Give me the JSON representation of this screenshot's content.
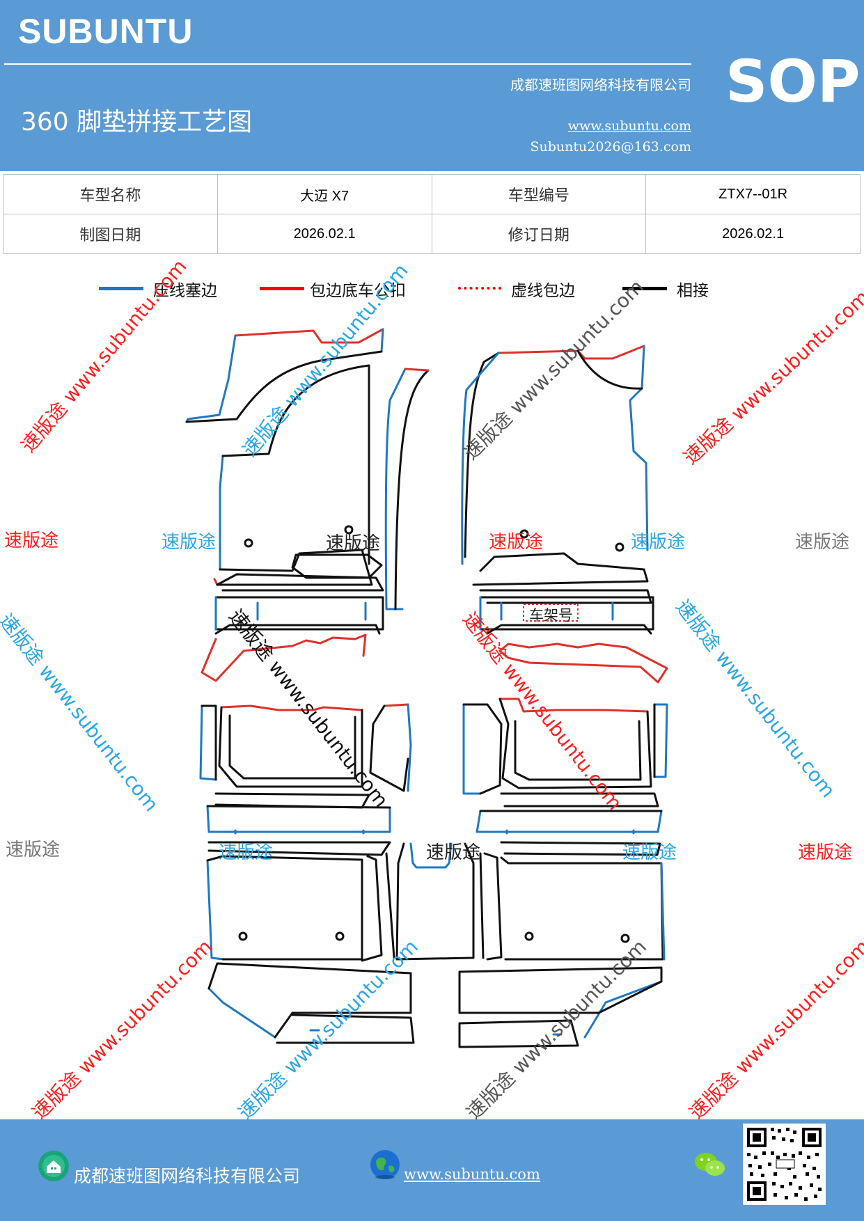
{
  "header": {
    "brand": "SUBUNTU",
    "badge": "SOP",
    "title": "360 脚垫拼接工艺图",
    "company": "成都速班图网络科技有限公司",
    "website": "www.subuntu.com",
    "email": "Subuntu2026@163.com"
  },
  "info_table": {
    "model_name_label": "车型名称",
    "model_name_value": "大迈 X7",
    "model_code_label": "车型编号",
    "model_code_value": "ZTX7--01R",
    "draw_date_label": "制图日期",
    "draw_date_value": "2026.02.1",
    "revise_date_label": "修订日期",
    "revise_date_value": "2026.02.1"
  },
  "legend": [
    {
      "label": "压线塞边",
      "color": "#1f78c1",
      "style": "solid"
    },
    {
      "label": "包边底车公扣",
      "color": "#ff0000",
      "style": "solid"
    },
    {
      "label": "虚线包边",
      "color": "#ff0000",
      "style": "dotted"
    },
    {
      "label": "相接",
      "color": "#000000",
      "style": "solid"
    }
  ],
  "diagram": {
    "frame_label": "车架号",
    "colors": {
      "press": "#1f78c1",
      "wrap": "#e0302b",
      "join": "#111111"
    }
  },
  "watermarks": {
    "brand": "速版途",
    "site": "www.subuntu.com",
    "combo": "速版途 www.subuntu.com",
    "colors": {
      "red": "#ff2020",
      "blue": "#2aa6e6",
      "gray": "#777777"
    }
  },
  "footer": {
    "company": "成都速班图网络科技有限公司",
    "website": "www.subuntu.com",
    "company_icon": "building-icon",
    "globe_icon": "globe-icon",
    "wechat_icon": "wechat-icon"
  }
}
